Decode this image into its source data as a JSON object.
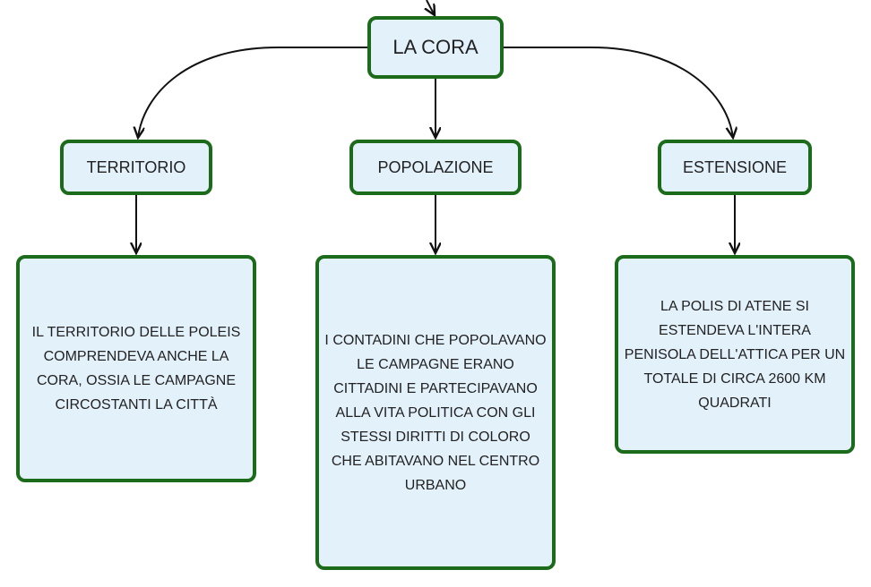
{
  "diagram": {
    "root": {
      "label": "LA CORA"
    },
    "branches": [
      {
        "id": "territorio",
        "label": "TERRITORIO",
        "description": "IL TERRITORIO DELLE POLEIS COMPRENDEVA ANCHE LA CORA, OSSIA LE CAMPAGNE CIRCOSTANTI LA CITTÀ"
      },
      {
        "id": "popolazione",
        "label": "POPOLAZIONE",
        "description": "I CONTADINI CHE POPOLAVANO LE CAMPAGNE ERANO CITTADINI E PARTECIPAVANO ALLA VITA POLITICA CON GLI STESSI DIRITTI DI COLORO CHE ABITAVANO NEL CENTRO URBANO"
      },
      {
        "id": "estensione",
        "label": "ESTENSIONE",
        "description": "LA POLIS DI ATENE SI ESTENDEVA L'INTERA PENISOLA DELL'ATTICA PER UN TOTALE DI CIRCA 2600 KM QUADRATI"
      }
    ],
    "colors": {
      "node_fill": "#e3f1fb",
      "node_border": "#1b6b1b",
      "connector": "#111111",
      "text": "#222222"
    }
  }
}
